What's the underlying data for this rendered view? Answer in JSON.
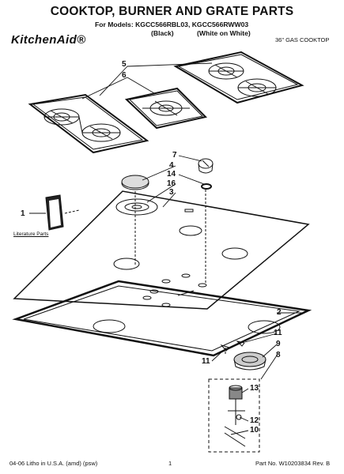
{
  "header": {
    "title": "COOKTOP, BURNER AND GRATE PARTS",
    "models_line": "For Models: KGCC566RBL03, KGCC566RWW03",
    "color_black": "(Black)",
    "color_white": "(White on White)",
    "brand_logo": "KitchenAid®",
    "cooktop_type": "36\" GAS COOKTOP"
  },
  "callouts": {
    "c1": "1",
    "c2": "2",
    "c3": "3",
    "c4": "4",
    "c5": "5",
    "c6": "6",
    "c7": "7",
    "c8": "8",
    "c9": "9",
    "c10": "10",
    "c11a": "11",
    "c11b": "11",
    "c12": "12",
    "c13": "13",
    "c14": "14",
    "c16": "16"
  },
  "literature_label": "Literature Parts",
  "footer": {
    "left": "04-06 Litho in U.S.A. (amd) (psw)",
    "page": "1",
    "part_no": "Part No. W10203834 Rev. B"
  }
}
